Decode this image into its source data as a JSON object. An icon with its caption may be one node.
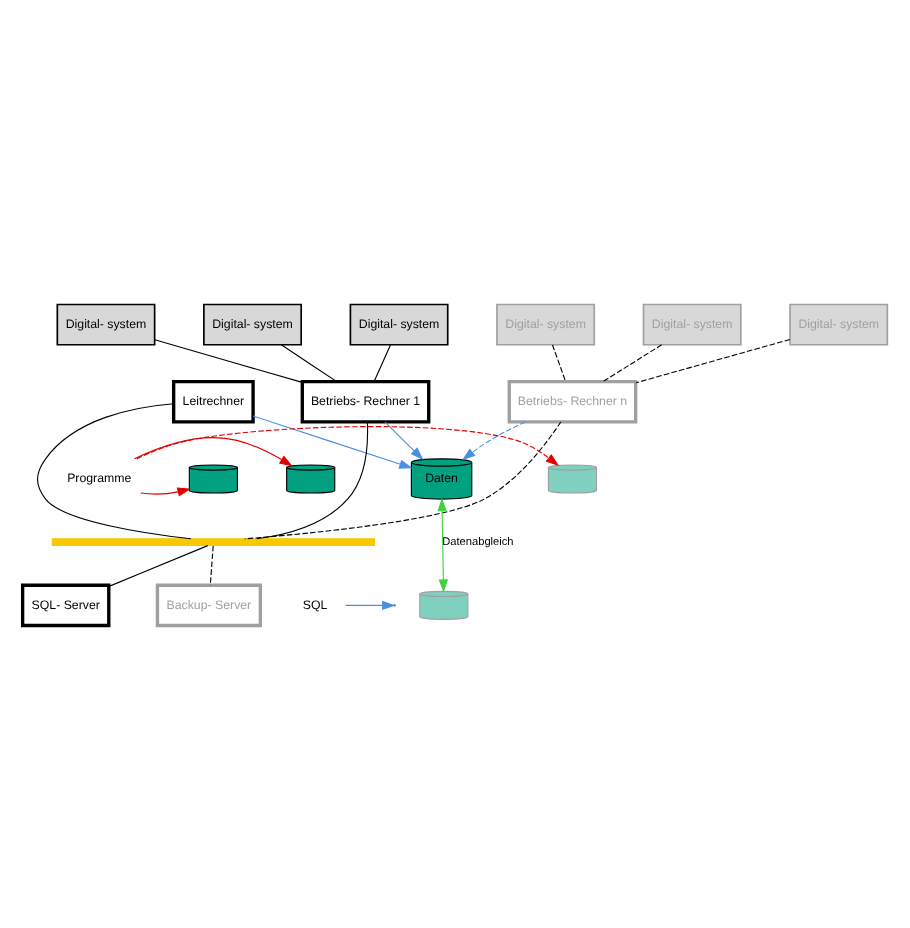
{
  "diagram": {
    "nodes": [
      {
        "text": [
          "Digital- system"
        ]
      },
      {
        "text": [
          "Digital- system"
        ]
      },
      {
        "text": [
          "Digital- system"
        ]
      },
      {
        "text": [
          "Digital- system"
        ]
      },
      {
        "text": [
          "Digital- system"
        ]
      },
      {
        "text": [
          "Digital- system"
        ]
      },
      {
        "text": [
          "Leitrechner"
        ]
      },
      {
        "text": [
          "Betriebs- Rechner 1"
        ]
      },
      {
        "text": [
          "Betriebs- Rechner n"
        ]
      },
      {
        "text": [],
        "shape": "cylinder"
      },
      {
        "text": [],
        "shape": "cylinder"
      },
      {
        "text": [],
        "shape": "cylinder"
      },
      {
        "text": [
          "Programme"
        ]
      },
      {
        "text": [],
        "shape": "bar"
      },
      {
        "text": [
          "SQL"
        ]
      },
      {
        "text": [
          "Daten"
        ]
      },
      {
        "text": [
          "SQL- Server"
        ]
      },
      {
        "text": [
          "Backup- Server"
        ]
      },
      {
        "text": [],
        "shape": "cylinder"
      }
    ],
    "edges": [
      {
        "from": 0,
        "to": 7,
        "arrow": "none"
      },
      {
        "from": 1,
        "to": 7,
        "arrow": "none"
      },
      {
        "from": 2,
        "to": 7,
        "arrow": "none"
      },
      {
        "from": 3,
        "to": 8,
        "arrow": "none",
        "style": "dashed"
      },
      {
        "from": 4,
        "to": 8,
        "arrow": "none",
        "style": "dashed"
      },
      {
        "from": 5,
        "to": 8,
        "arrow": "none",
        "style": "dashed"
      },
      {
        "from": 6,
        "to": 13,
        "arrow": "none"
      },
      {
        "from": 7,
        "to": 13,
        "arrow": "none"
      },
      {
        "from": 8,
        "to": 13,
        "arrow": "none",
        "style": "dashed"
      },
      {
        "from": 13,
        "to": 16,
        "arrow": "none"
      },
      {
        "from": 13,
        "to": 17,
        "arrow": "none",
        "style": "dashed"
      },
      {
        "from": 12,
        "to": 9,
        "arrow": "to",
        "color": "#e00000"
      },
      {
        "from": 12,
        "to": 10,
        "arrow": "to",
        "color": "#e00000"
      },
      {
        "from": 12,
        "to": 11,
        "arrow": "to",
        "color": "#e00000",
        "style": "dashed"
      },
      {
        "from": 6,
        "to": 15,
        "arrow": "to",
        "color": "#4a90e2"
      },
      {
        "from": 7,
        "to": 15,
        "arrow": "to",
        "color": "#4a90e2"
      },
      {
        "from": 8,
        "to": 15,
        "arrow": "to",
        "color": "#4a90e2",
        "style": "dashed"
      },
      {
        "from": 14,
        "to": null,
        "arrow": "to",
        "color": "#4a90e2"
      },
      {
        "from": 15,
        "to": 18,
        "arrow": "both",
        "color": "#40d040",
        "label": "Datenabgleich"
      }
    ]
  }
}
